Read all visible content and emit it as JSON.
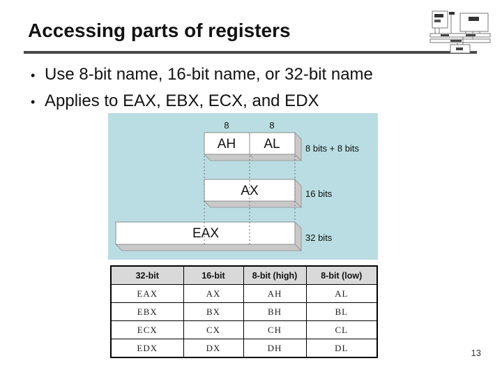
{
  "slide": {
    "title": "Accessing parts of registers",
    "page_number": "13",
    "rule_color": "#4a4a4a",
    "bullets": [
      {
        "marker": "•",
        "text": "Use 8-bit name, 16-bit name, or 32-bit name"
      },
      {
        "marker": "•",
        "text": "Applies to EAX, EBX, ECX, and EDX"
      }
    ]
  },
  "icons": {
    "top_right": "cpu-memory-bus-diagram-icon"
  },
  "diagram": {
    "bit_count_high": "8",
    "bit_count_low": "8",
    "register_high_byte": "AH",
    "register_low_byte": "AL",
    "register_word": "AX",
    "register_dword": "EAX",
    "caption_bytes": "8 bits + 8 bits",
    "caption_word": "16 bits",
    "caption_dword": "32 bits",
    "colors": {
      "panel_bg": "#b9dde2",
      "box_face": "#ffffff",
      "box_side": "#c9c9c9",
      "box_edge": "#8c8c8c"
    }
  },
  "table": {
    "header_bg": "#d9d9d9",
    "headers": [
      "32-bit",
      "16-bit",
      "8-bit (high)",
      "8-bit (low)"
    ],
    "rows": [
      [
        "EAX",
        "AX",
        "AH",
        "AL"
      ],
      [
        "EBX",
        "BX",
        "BH",
        "BL"
      ],
      [
        "ECX",
        "CX",
        "CH",
        "CL"
      ],
      [
        "EDX",
        "DX",
        "DH",
        "DL"
      ]
    ]
  }
}
